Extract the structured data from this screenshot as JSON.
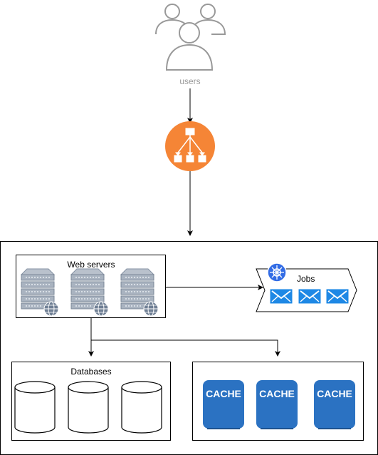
{
  "users": {
    "label": "users",
    "icon": "users-icon",
    "color": "#999999"
  },
  "load_balancer": {
    "icon": "load-balancer-icon",
    "color": "#f58536"
  },
  "web_servers": {
    "title": "Web servers",
    "icon": "server-icon"
  },
  "jobs": {
    "label": "Jobs",
    "icon": "kubernetes-icon",
    "queue_icon": "envelope-icon",
    "accent": "#326ce5",
    "message_color": "#1e88e5"
  },
  "databases": {
    "title": "Databases",
    "icon": "database-cylinder-icon"
  },
  "cache": {
    "items": [
      "CACHE",
      "CACHE",
      "CACHE"
    ],
    "color": "#2b72c2"
  }
}
